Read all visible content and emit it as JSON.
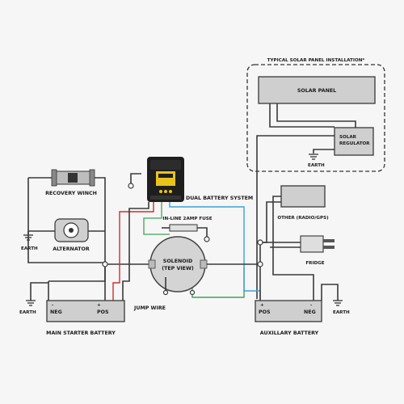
{
  "labels": {
    "solar_title": "TYPICAL SOLAR PANEL INSTALLATION*",
    "solar_panel": "SOLAR PANEL",
    "solar_regulator_1": "SOLAR",
    "solar_regulator_2": "REGULATOR",
    "earth": "EARTH",
    "dual_battery_system": "DUAL BATTERY SYSTEM",
    "recovery_winch": "RECOVERY WINCH",
    "alternator": "ALTERNATOR",
    "inline_fuse": "IN-LINE 2AMP FUSE",
    "solenoid_1": "SOLENOID",
    "solenoid_2": "(TEP VIEW)",
    "other": "OTHER (RADIO/GPS)",
    "fridge": "FRIDGE",
    "jump_wire": "JUMP WIRE",
    "main_battery": "MAIN STARTER BATTERY",
    "aux_battery": "AUXILLARY BATTERY",
    "neg": "NEG",
    "pos": "POS",
    "minus": "-",
    "plus": "+"
  },
  "colors": {
    "wire": "#3a3a3a",
    "positive_wire": "#d22d2d",
    "green_wire": "#3aa655",
    "blue_wire": "#3aa0d8",
    "battery_fill": "#cfcfcf",
    "controller_body": "#1e1e1e",
    "controller_accent": "#e8c21a"
  }
}
